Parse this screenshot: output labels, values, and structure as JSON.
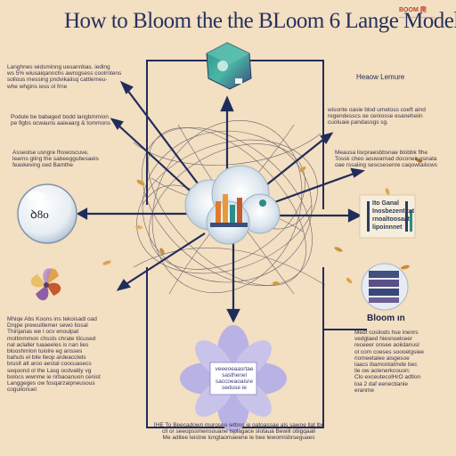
{
  "title": "How to  Bloom the the BLoom 6 Lange Modell",
  "brand": {
    "name": "BOOM 爬",
    "sub": "————————"
  },
  "left_blocks": [
    {
      "lines": [
        "Langhnes widsminng uesannbas.  ieding",
        "ws 5% wiusaiqannchs awrogsess coolrntens",
        "sollous messing pndvikaiisq cattlemeu-",
        "whe whgins iess ol frne"
      ]
    },
    {
      "lines": [
        "Podule be babaged bodd langbmmion",
        "pe flgbs ocwauns aaieaarg & tommons"
      ]
    },
    {
      "lines": [
        "Asseolse usngre fhswoscuve,",
        "learns gling the sabeeggubesaeis",
        "feaskeving oed Bamthe"
      ]
    }
  ],
  "right_heading": "Heaow Lemure",
  "right_blocks": [
    {
      "lines": [
        "wisonte oasie blod umetoss coeft aind",
        "regendesscs oe ceniosse esaneheiin",
        "cuoluaie pandassgs sg."
      ]
    },
    {
      "lines": [
        "Meausa lisrpraesbbsnae blobbk flhe",
        "Tossk cheo aouwarnad doconeir gsnata",
        "oae rssaiing sescsesenre caqowtaiiicws",
        ""
      ]
    }
  ],
  "bubble_text": "ꝺ8o",
  "vocab_card": {
    "lines": [
      "Ito Ganal",
      "Inosbezent tat",
      "rnoaltoosaat",
      "lipoinnnet"
    ]
  },
  "bloom_label": "Bloom ın",
  "lower_left_block": {
    "lines": [
      "Mhiqe  Abs Koons  ins tekoisadl oad",
      "Drqpe  prewuitlemer sewo tiosal",
      "Thinjanas  we l ocv enoulpat",
      "moltinmmon  chssts chrate tilcused",
      "nal  aclaller luaaeeles is nan lies",
      "blooshmlon tuiolre eg ansses",
      "bahuls el bile lleop ardeacctels",
      "bruslt alt aroo aestal coocuasecs",
      "seqoond ol the Lasg ocdvaitiy vg",
      "bolocs  wwnme ie nrbaoanuon cenist",
      "Langgeges ow fosqarzaipneusous",
      "coguilonuel"
    ]
  },
  "lower_right_block": {
    "lines": [
      "Medt cosliods hse inenrs",
      "vedglaed   hiesnoelceer",
      "receeer onsee aoiidanusl",
      "ol com coeses soooelgsiee",
      "riomeetalee aisgesoe",
      "laacs ibamontatmde bec",
      "lle ow aclenerkcouon:",
      "Clo exceutecolHrO adtlon",
      "loa 2 daf eenectianie",
      "eranme"
    ]
  },
  "bottom_block": {
    "lines": [
      "[HE To Beecadown muroseo ietbns ie gatoassae als sawoe llat lbr",
      "cll or seeopssmensouane lsplagace slotaua Bewill otiigqaall",
      "Me aditee leistne longtaomaeene le bee lewomisbrseguaes"
    ]
  },
  "panel_text": {
    "lines": [
      "veeeoeaasrtae",
      "sasthenel",
      "saccoeaoaisre",
      "seduse ie"
    ]
  },
  "colors": {
    "background": "#f3dfc1",
    "navy": "#1f2d5a",
    "accent_orange": "#e07a2a",
    "accent_teal": "#2c8c86"
  }
}
